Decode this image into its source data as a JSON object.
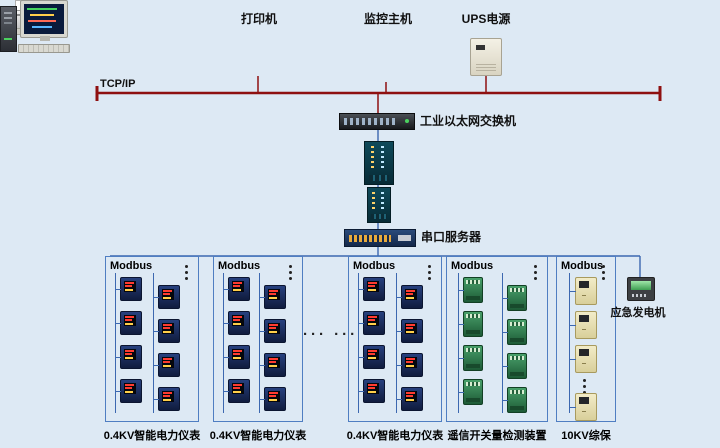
{
  "colors": {
    "background": "#dde9f4",
    "tcp_bus": "#8e1010",
    "net_line": "#3c68b0",
    "box_border": "#4f7ec2"
  },
  "labels": {
    "tcp": "TCP/IP",
    "printer": "打印机",
    "host": "监控主机",
    "ups": "UPS电源",
    "ethernet_switch": "工业以太网交换机",
    "serial_server": "串口服务器",
    "generator": "应急发电机"
  },
  "gap_dots": "··· ···",
  "icons": {
    "printer": "css-shape",
    "monitor_host": "css-shape",
    "ups": "css-shape",
    "ethernet_switch": "css-shape",
    "fiber_switch": "css-shape",
    "media_converter": "css-shape",
    "serial_server": "css-shape",
    "power_meter": "css-shape",
    "io_module": "css-shape",
    "relay": "css-shape",
    "generator_controller": "css-shape",
    "ellipsis": "dots"
  },
  "sections": [
    {
      "bus_label": "Modbus",
      "bottom_label": "0.4KV智能电力仪表",
      "device": "power-meter",
      "columns": [
        4,
        4
      ]
    },
    {
      "bus_label": "Modbus",
      "bottom_label": "0.4KV智能电力仪表",
      "device": "power-meter",
      "columns": [
        4,
        4
      ]
    },
    {
      "bus_label": "Modbus",
      "bottom_label": "0.4KV智能电力仪表",
      "device": "power-meter",
      "columns": [
        4,
        4
      ]
    },
    {
      "bus_label": "Modbus",
      "bottom_label": "遥信开关量检测装置",
      "device": "io-module",
      "columns": [
        4,
        4
      ]
    },
    {
      "bus_label": "Modbus",
      "bottom_label": "10KV综保",
      "device": "relay",
      "columns": [
        3
      ],
      "tail_count": 1,
      "mid_dots": true
    }
  ]
}
